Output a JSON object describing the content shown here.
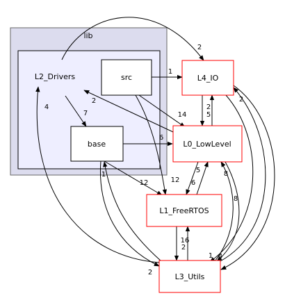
{
  "colors": {
    "outer_cluster_fill": "#dcdcee",
    "outer_cluster_stroke": "#666666",
    "inner_cluster_fill": "#eeeeff",
    "inner_cluster_stroke": "#000000",
    "node_stroke_external": "#ff0000",
    "node_stroke_internal": "#000000",
    "edge": "#000000"
  },
  "clusters": {
    "outer_label": "lib",
    "inner_label": "L2_Drivers"
  },
  "nodes": {
    "src": "src",
    "base": "base",
    "l4_io": "L4_IO",
    "l0_lowlevel": "L0_LowLevel",
    "l1_freertos": "L1_FreeRTOS",
    "l3_utils": "L3_Utils"
  },
  "edge_labels": {
    "drivers_to_l4io": "2",
    "src_to_l4io": "1",
    "drivers_to_base": "7",
    "l0_to_drivers": "2",
    "l3_to_drivers": "4",
    "src_to_l0": "14",
    "base_to_l0": "6",
    "l4io_to_l0": "5",
    "l0_to_l4io": "2",
    "l3_to_l4io": "2",
    "base_to_l1": "12",
    "src_to_l1": "12",
    "l0_to_l1": "6",
    "l1_to_l0": "5",
    "l3_to_l0": "8",
    "l0_to_l3": "8",
    "l1_to_l3": "2",
    "l3_to_l1": "16",
    "base_to_l3": "2",
    "l3_to_base": "1",
    "l4io_to_l3_a": "1",
    "l4io_to_l3_b": "4"
  }
}
